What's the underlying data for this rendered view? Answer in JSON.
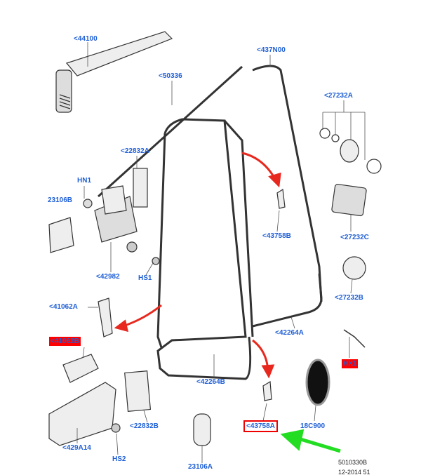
{
  "labels": {
    "l44100": "<44100",
    "l50336": "<50336",
    "l437N00": "<437N00",
    "l27232A": "<27232A",
    "l22832A": "<22832A",
    "lHN1": "HN1",
    "l23106B": "23106B",
    "l43758B": "<43758B",
    "l27232C": "<27232C",
    "l42982": "<42982",
    "lHS1": "HS1",
    "l27232B": "<27232B",
    "l41062A": "<41062A",
    "l42264A": "<42264A",
    "l41062B": "<41062B",
    "lHX1": "HX1",
    "l42264B": "<42264B",
    "l22832B": "<22832B",
    "l18C900": "18C900",
    "l43758A": "<43758A",
    "l429A14": "<429A14",
    "lHS2": "HS2",
    "l23106A": "23106A"
  },
  "footer": {
    "code": "5010330B",
    "date": "12-2014 51"
  },
  "colors": {
    "label": "#1f5fd6",
    "highlight": "#ff0000",
    "arrow_red": "#e8281e",
    "arrow_green": "#22dd22"
  }
}
